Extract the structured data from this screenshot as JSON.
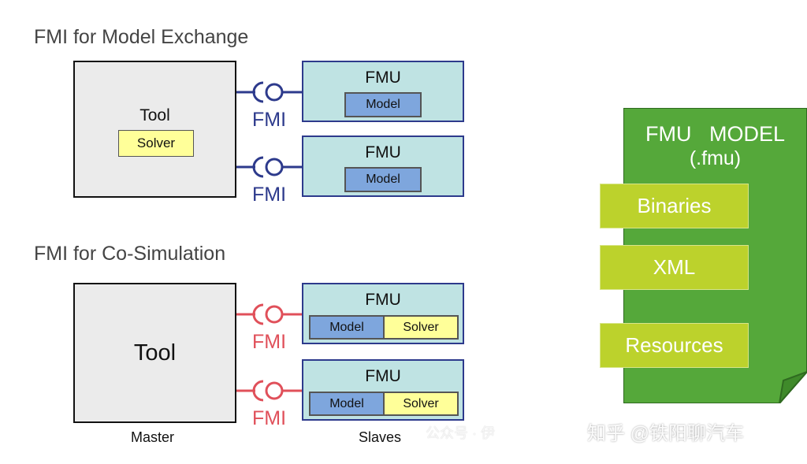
{
  "model_exchange": {
    "title": "FMI for Model Exchange",
    "tool_label": "Tool",
    "solver_label": "Solver",
    "connector_label": "FMI",
    "fmus": [
      {
        "title": "FMU",
        "model_label": "Model"
      },
      {
        "title": "FMU",
        "model_label": "Model"
      }
    ]
  },
  "co_simulation": {
    "title": "FMI for Co-Simulation",
    "tool_label": "Tool",
    "connector_label": "FMI",
    "master_caption": "Master",
    "slaves_caption": "Slaves",
    "fmus": [
      {
        "title": "FMU",
        "model_label": "Model",
        "solver_label": "Solver"
      },
      {
        "title": "FMU",
        "model_label": "Model",
        "solver_label": "Solver"
      }
    ]
  },
  "fmu_model": {
    "title": "FMU   MODEL",
    "subtitle": "(.fmu)",
    "items": [
      "Binaries",
      "XML",
      "Resources"
    ]
  },
  "watermark": {
    "text": "知乎 @铁阳聊汽车",
    "faint": "公众号 · 伊"
  },
  "colors": {
    "fmi_blue": "#2d3a8c",
    "fmi_red": "#e0505a",
    "doc_green": "#55a83a",
    "item_green": "#bcd22c",
    "fmu_fill": "#bfe3e3",
    "model_fill": "#7ea6dd",
    "solver_fill": "#ffff99"
  }
}
